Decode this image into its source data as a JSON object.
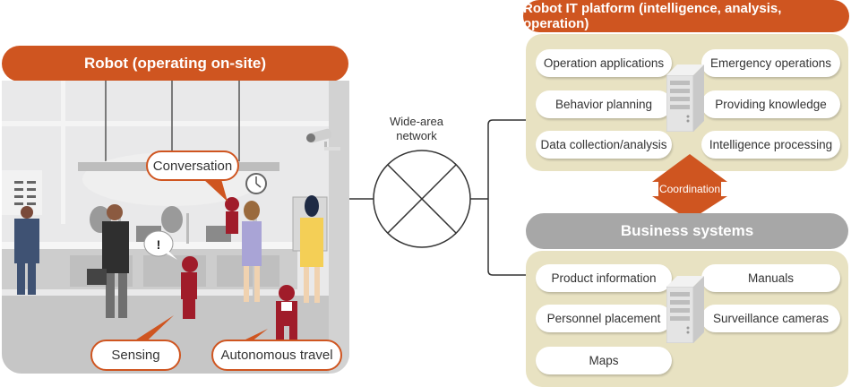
{
  "colors": {
    "accent_orange": "#cf5520",
    "beige_panel": "#e8e2c2",
    "gray_header": "#a7a7a7",
    "scene_bg": "#e6e6e6"
  },
  "robot_site": {
    "header": "Robot (operating on-site)",
    "callouts": {
      "conversation": "Conversation",
      "sensing": "Sensing",
      "autonomous_travel": "Autonomous travel",
      "exclamation": "!"
    }
  },
  "network": {
    "label_line1": "Wide-area",
    "label_line2": "network",
    "icon": "network-cross-circle-icon"
  },
  "it_platform": {
    "header": "Robot IT platform (intelligence, analysis, operation)",
    "items_left": [
      "Operation applications",
      "Behavior planning",
      "Data collection/analysis"
    ],
    "items_right": [
      "Emergency operations",
      "Providing knowledge",
      "Intelligence processing"
    ],
    "icon": "server-icon"
  },
  "coordination": {
    "label": "Coordination",
    "icon": "double-arrow-icon"
  },
  "business_systems": {
    "header": "Business systems",
    "items_left": [
      "Product information",
      "Personnel placement",
      "Maps"
    ],
    "items_right": [
      "Manuals",
      "Surveillance cameras"
    ],
    "icon": "server-icon"
  }
}
